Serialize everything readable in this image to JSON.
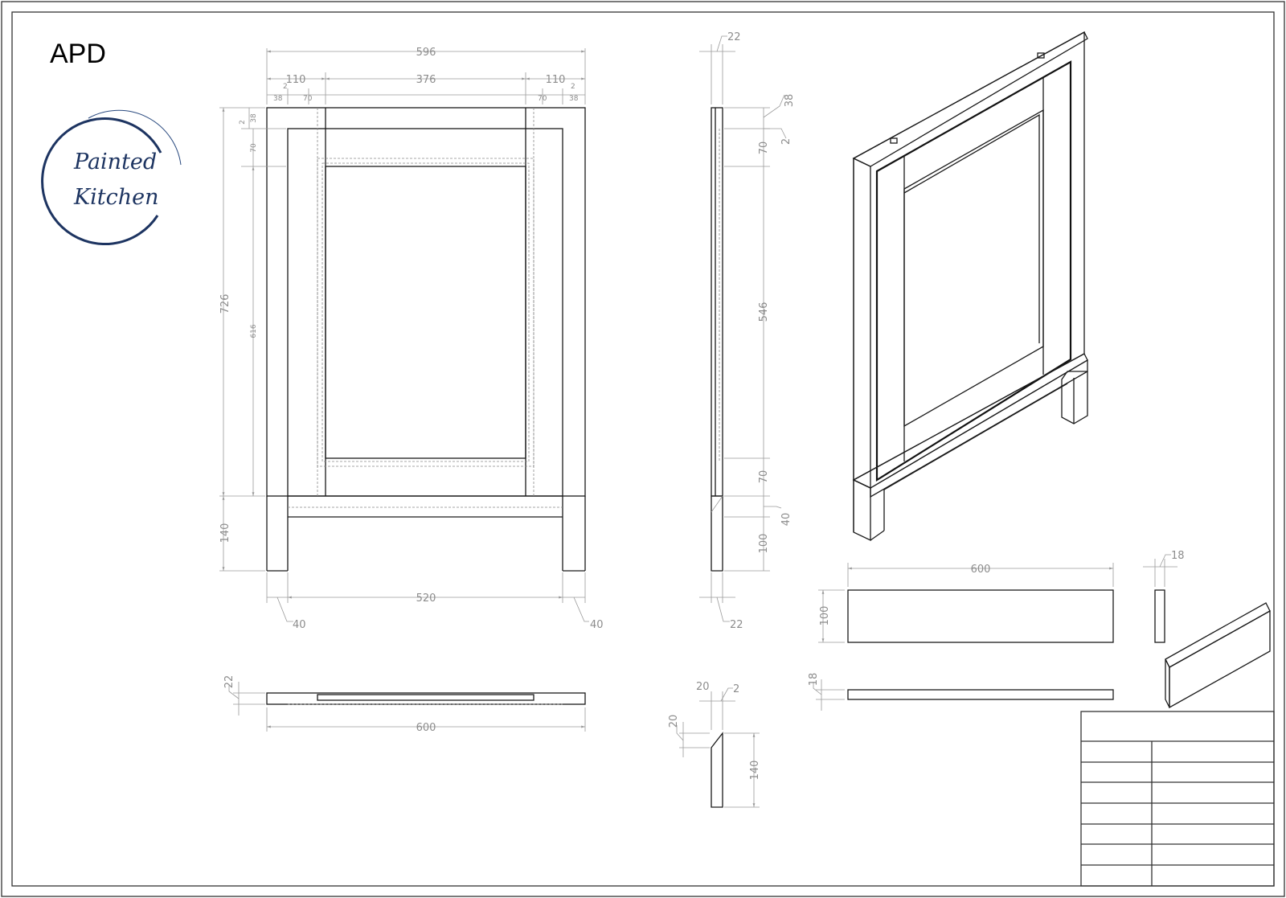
{
  "drawing": {
    "title": "APD",
    "logo_line1": "Painted",
    "logo_line2": "Kitchen",
    "colors": {
      "line": "#1a1a1a",
      "dimension": "#8c8c8c",
      "logo": "#1d3461"
    },
    "front_view": {
      "overall_width": "596",
      "stile_left": "110",
      "panel_width": "376",
      "stile_right": "110",
      "small_2_left": "2",
      "small_2_right": "2",
      "small_38_left": "38",
      "small_70_left": "70",
      "small_70_right": "70",
      "small_38_right": "38",
      "overall_height": "726",
      "inner_height": "616",
      "rail_70": "70",
      "top_2": "2",
      "top_38": "38",
      "plinth_height": "140",
      "leg_gap": "520",
      "leg_left": "40",
      "leg_right": "40"
    },
    "side_view": {
      "thickness_top": "22",
      "top_38": "38",
      "top_70": "70",
      "top_2": "2",
      "panel_546": "546",
      "bottom_70": "70",
      "bottom_40": "40",
      "bottom_100": "100",
      "thickness_bottom": "22"
    },
    "plan_view": {
      "depth": "22",
      "width": "600"
    },
    "leg_detail": {
      "w20": "20",
      "w2": "2",
      "h20": "20",
      "h140": "140"
    },
    "plinth_board": {
      "length": "600",
      "height": "100",
      "thickness_side": "18",
      "thickness_plan": "18"
    }
  }
}
